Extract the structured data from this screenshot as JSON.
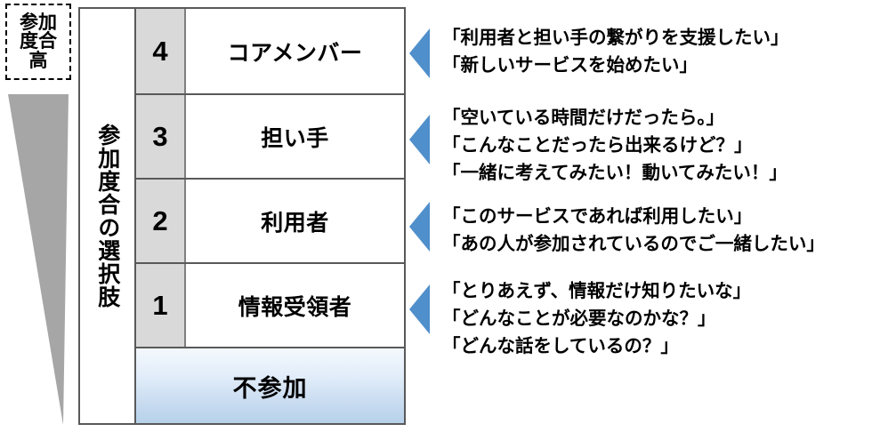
{
  "badge": {
    "text": "参加度合高",
    "border_style": "dashed"
  },
  "axis": {
    "vertical_label": "参加度合の選択肢",
    "wedge_color": "#a6a6a6",
    "wedge_meaning": "参加度合高→低"
  },
  "colors": {
    "arrow_blue": "#4f8fcb",
    "level_cell_gray": "#d9d9d9",
    "frame_border": "#595959",
    "non_participation_gradient_top": "#f4f8fd",
    "non_participation_gradient_bottom": "#b6d1ea"
  },
  "levels": [
    {
      "level": "4",
      "name": "コアメンバー",
      "quotes": [
        "「利用者と担い手の繋がりを支援したい」",
        "「新しいサービスを始めたい」"
      ]
    },
    {
      "level": "3",
      "name": "担い手",
      "quotes": [
        "「空いている時間だけだったら。」",
        "「こんなことだったら出来るけど？」",
        "「一緒に考えてみたい！動いてみたい！」"
      ]
    },
    {
      "level": "2",
      "name": "利用者",
      "quotes": [
        "「このサービスであれば利用したい」",
        "「あの人が参加されているのでご一緒したい」"
      ]
    },
    {
      "level": "1",
      "name": "情報受領者",
      "quotes": [
        "「とりあえず、情報だけ知りたいな」",
        "「どんなことが必要なのかな？」",
        "「どんな話をしているの？」"
      ]
    }
  ],
  "non_participation": {
    "label": "不参加"
  }
}
